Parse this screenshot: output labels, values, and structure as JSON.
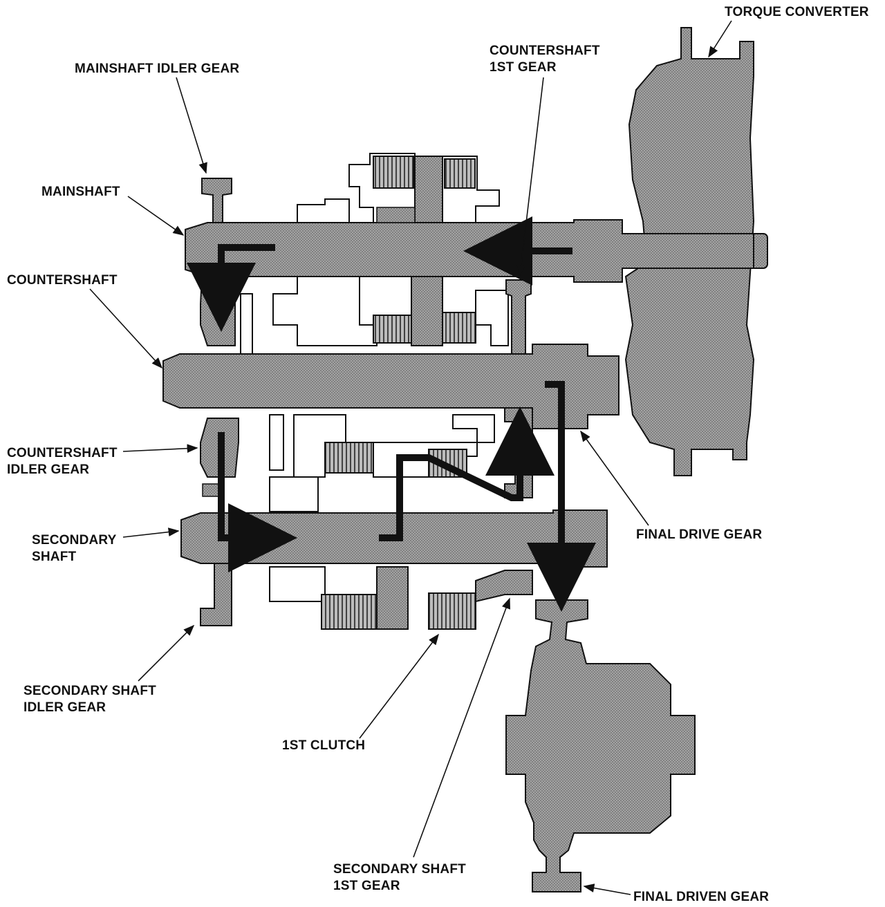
{
  "diagram": {
    "labels": {
      "torque_converter": "TORQUE CONVERTER",
      "countershaft_1st_gear": [
        "COUNTERSHAFT",
        "1ST GEAR"
      ],
      "mainshaft_idler_gear": "MAINSHAFT IDLER GEAR",
      "mainshaft": "MAINSHAFT",
      "countershaft": "COUNTERSHAFT",
      "countershaft_idler_gear": [
        "COUNTERSHAFT",
        "IDLER GEAR"
      ],
      "secondary_shaft": [
        "SECONDARY",
        "SHAFT"
      ],
      "final_drive_gear": "FINAL DRIVE GEAR",
      "secondary_shaft_idler_gear": [
        "SECONDARY SHAFT",
        "IDLER GEAR"
      ],
      "first_clutch": "1ST CLUTCH",
      "secondary_shaft_1st_gear": [
        "SECONDARY SHAFT",
        "1ST GEAR"
      ],
      "final_driven_gear": "FINAL DRIVEN GEAR"
    },
    "colors": {
      "part_fill": "#9a9a9a",
      "outline": "#111111",
      "power_flow": "#111111",
      "background": "#ffffff"
    }
  }
}
